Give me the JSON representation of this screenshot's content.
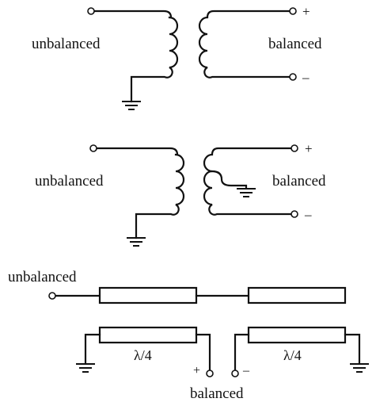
{
  "diagram1": {
    "left_label": "unbalanced",
    "right_label": "balanced",
    "plus": "+",
    "minus": "–"
  },
  "diagram2": {
    "left_label": "unbalanced",
    "right_label": "balanced",
    "plus": "+",
    "minus": "–"
  },
  "diagram3": {
    "top_label": "unbalanced",
    "bottom_label": "balanced",
    "stub_left_label": "λ/4",
    "stub_right_label": "λ/4",
    "plus": "+",
    "minus": "–"
  }
}
